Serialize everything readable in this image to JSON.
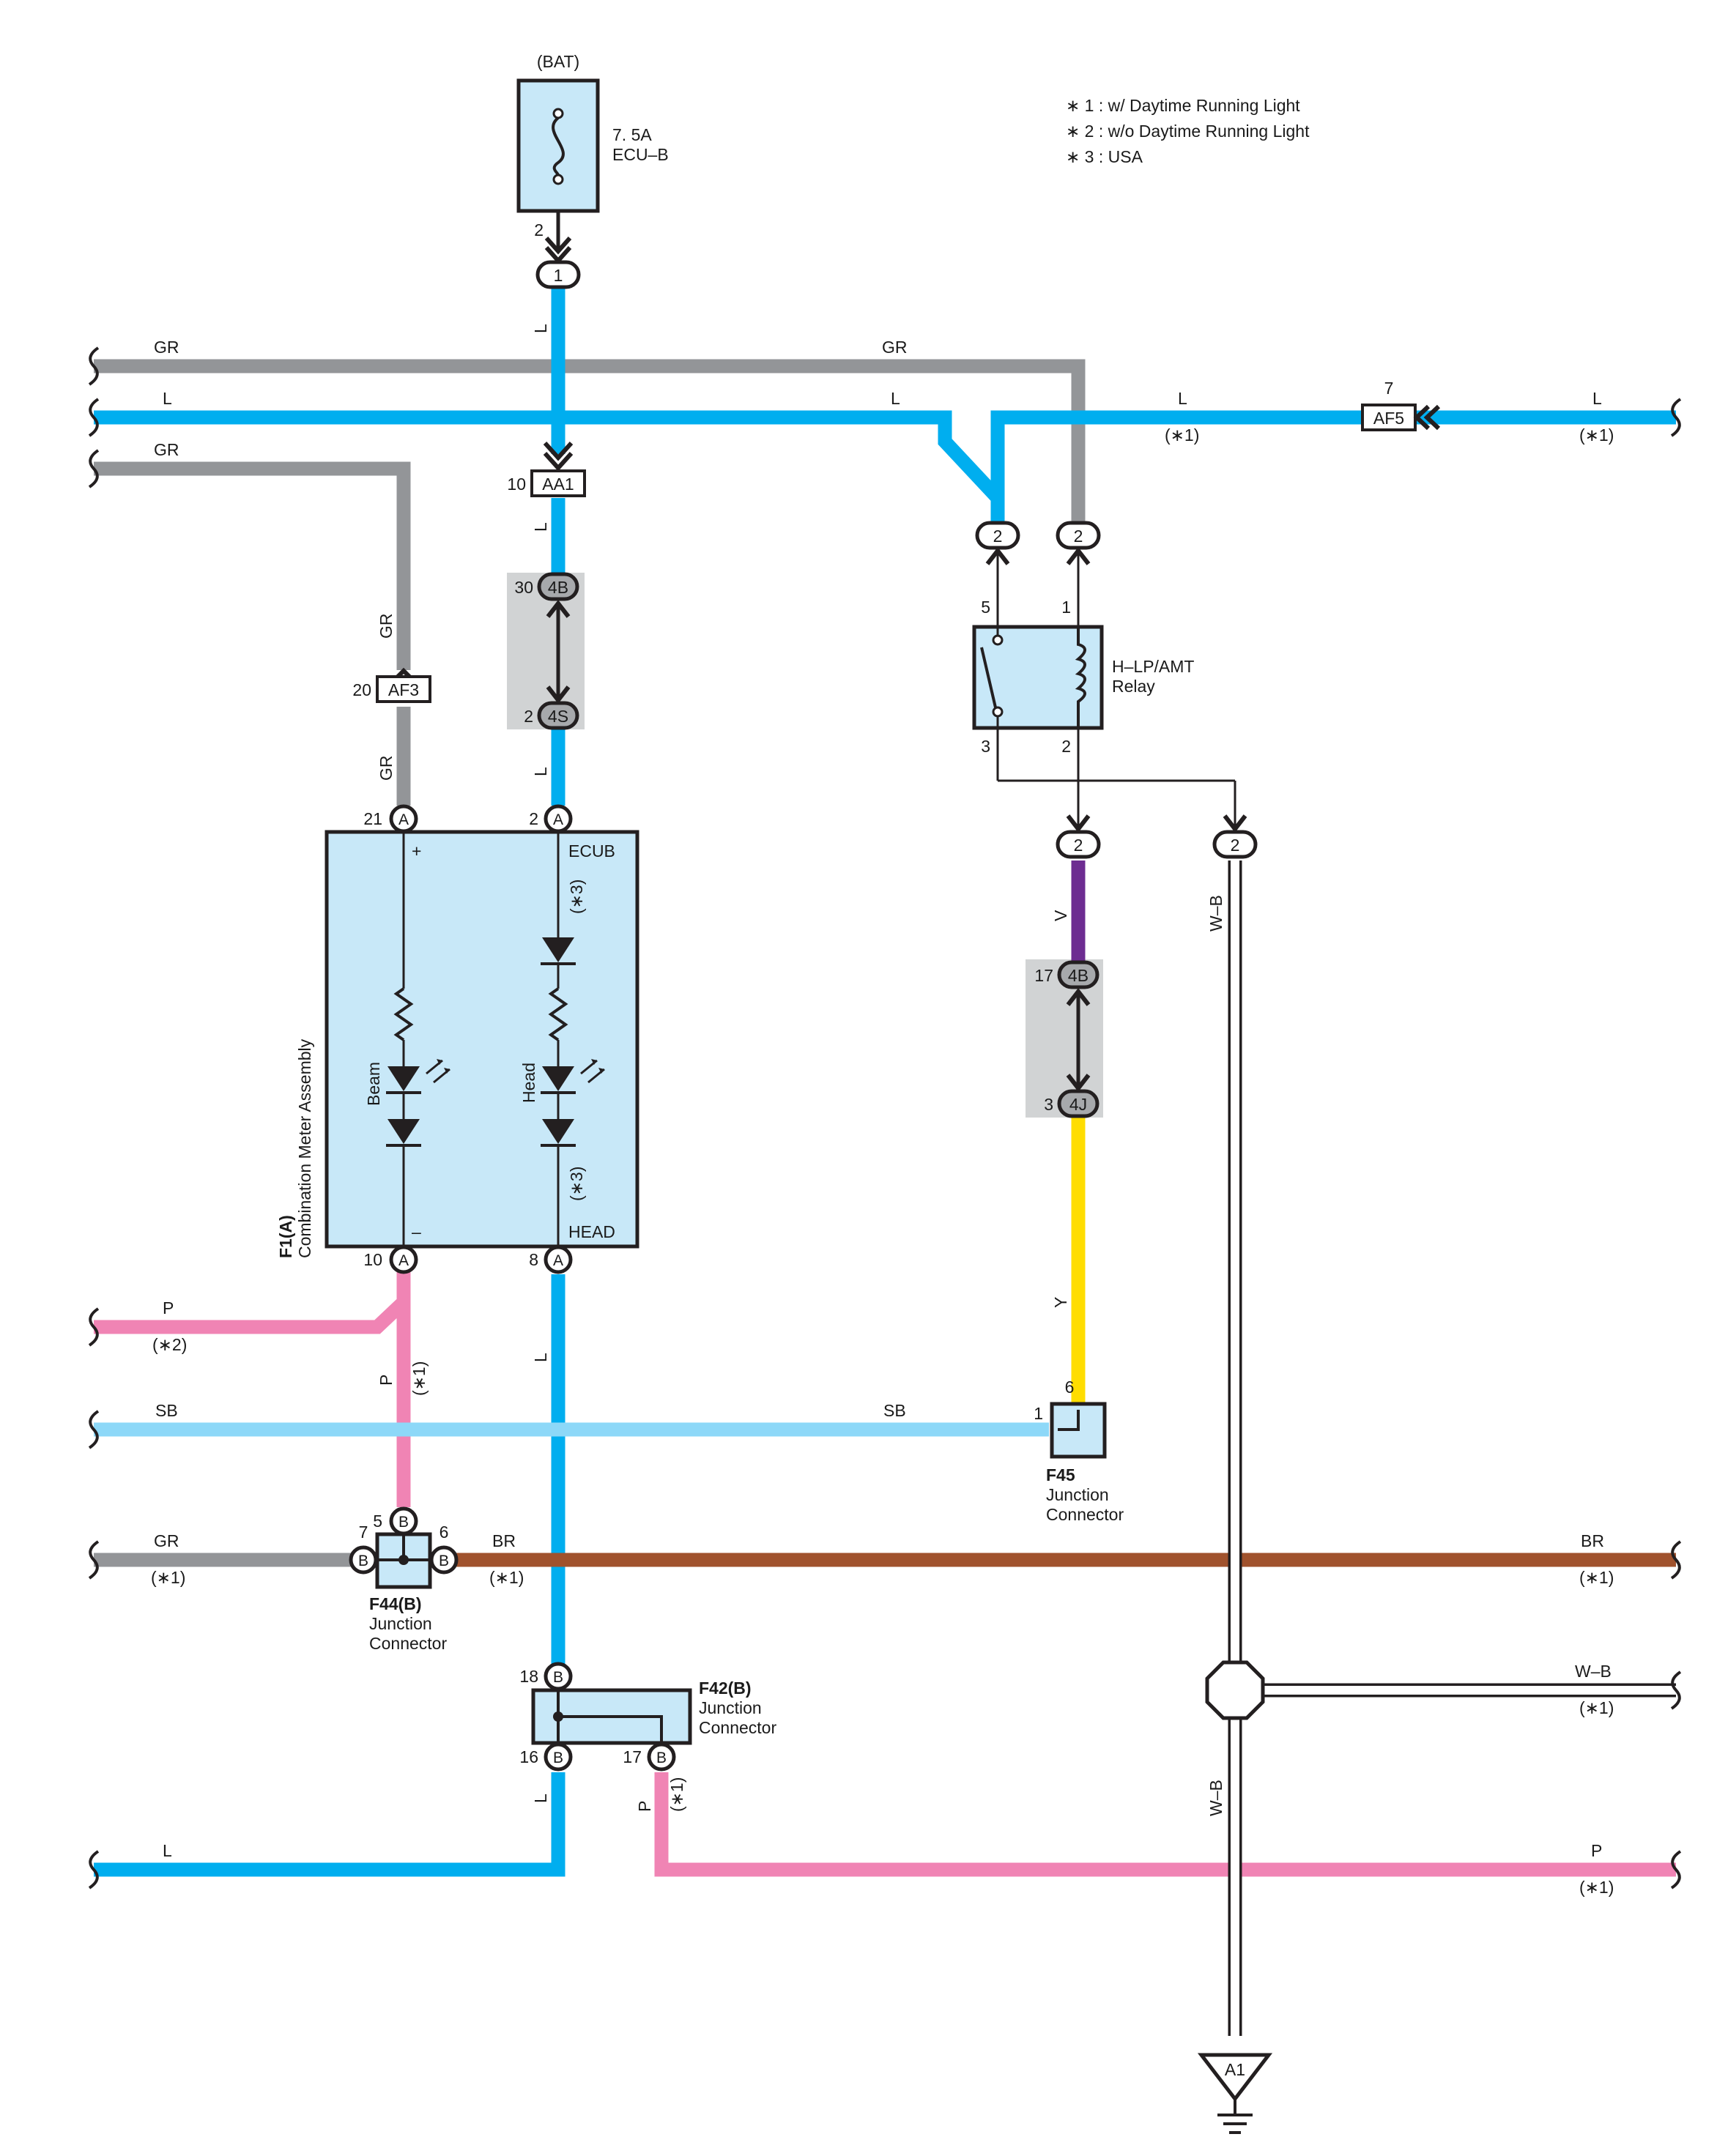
{
  "notes": [
    "∗ 1 : w/ Daytime Running Light",
    "∗ 2 : w/o Daytime Running Light",
    "∗ 3 : USA"
  ],
  "fuse": {
    "source": "(BAT)",
    "rating": "7. 5A",
    "name": "ECU–B",
    "pin": "2",
    "connector": "1"
  },
  "colors": {
    "GR": "#939598",
    "L": "#00aeef",
    "SB": "#8dd8f8",
    "P": "#f084b4",
    "BR": "#a0522d",
    "V": "#6d2c91",
    "Y": "#ffdd00",
    "WB": "#ffffff",
    "component": "#c8e8f8",
    "shade": "#d1d3d4"
  },
  "wire_labels": {
    "gr": "GR",
    "l": "L",
    "sb": "SB",
    "p": "P",
    "br": "BR",
    "v": "V",
    "y": "Y",
    "wb": "W–B"
  },
  "option": {
    "dr": "(∗1)",
    "ndr": "(∗2)",
    "usa": "(∗3)"
  },
  "connectors": {
    "aa1": {
      "name": "AA1",
      "pin": "10"
    },
    "af3": {
      "name": "AF3",
      "pin": "20"
    },
    "af5": {
      "name": "AF5",
      "pin": "7"
    },
    "c4b_top": {
      "name": "4B",
      "pin": "30"
    },
    "c4s": {
      "name": "4S",
      "pin": "2"
    },
    "c4b_v": {
      "name": "4B",
      "pin": "17"
    },
    "c4j": {
      "name": "4J",
      "pin": "3"
    },
    "relay_in": "2",
    "relay_out": "2",
    "wb_out": "2"
  },
  "relay": {
    "name": "H–LP/AMT",
    "sub": "Relay",
    "pins": [
      "5",
      "1",
      "3",
      "2"
    ]
  },
  "meter": {
    "id": "F1(A)",
    "name": "Combination Meter Assembly",
    "pin_letter": "A",
    "pins": {
      "gr_in": "21",
      "l_in": "2",
      "beam_out": "10",
      "head_out": "8"
    },
    "plus": "+",
    "minus": "–",
    "ecub": "ECUB",
    "head": "HEAD",
    "beam_label": "Beam",
    "head_label": "Head"
  },
  "f45": {
    "id": "F45",
    "name": "Junction",
    "sub": "Connector",
    "pins": [
      "6",
      "1"
    ]
  },
  "f44": {
    "id": "F44(B)",
    "name": "Junction",
    "sub": "Connector",
    "letter": "B",
    "pins": [
      "5",
      "7",
      "6"
    ]
  },
  "f42": {
    "id": "F42(B)",
    "name": "Junction",
    "sub": "Connector",
    "letter": "B",
    "pins": [
      "18",
      "16",
      "17"
    ]
  },
  "ground": {
    "name": "A1"
  }
}
